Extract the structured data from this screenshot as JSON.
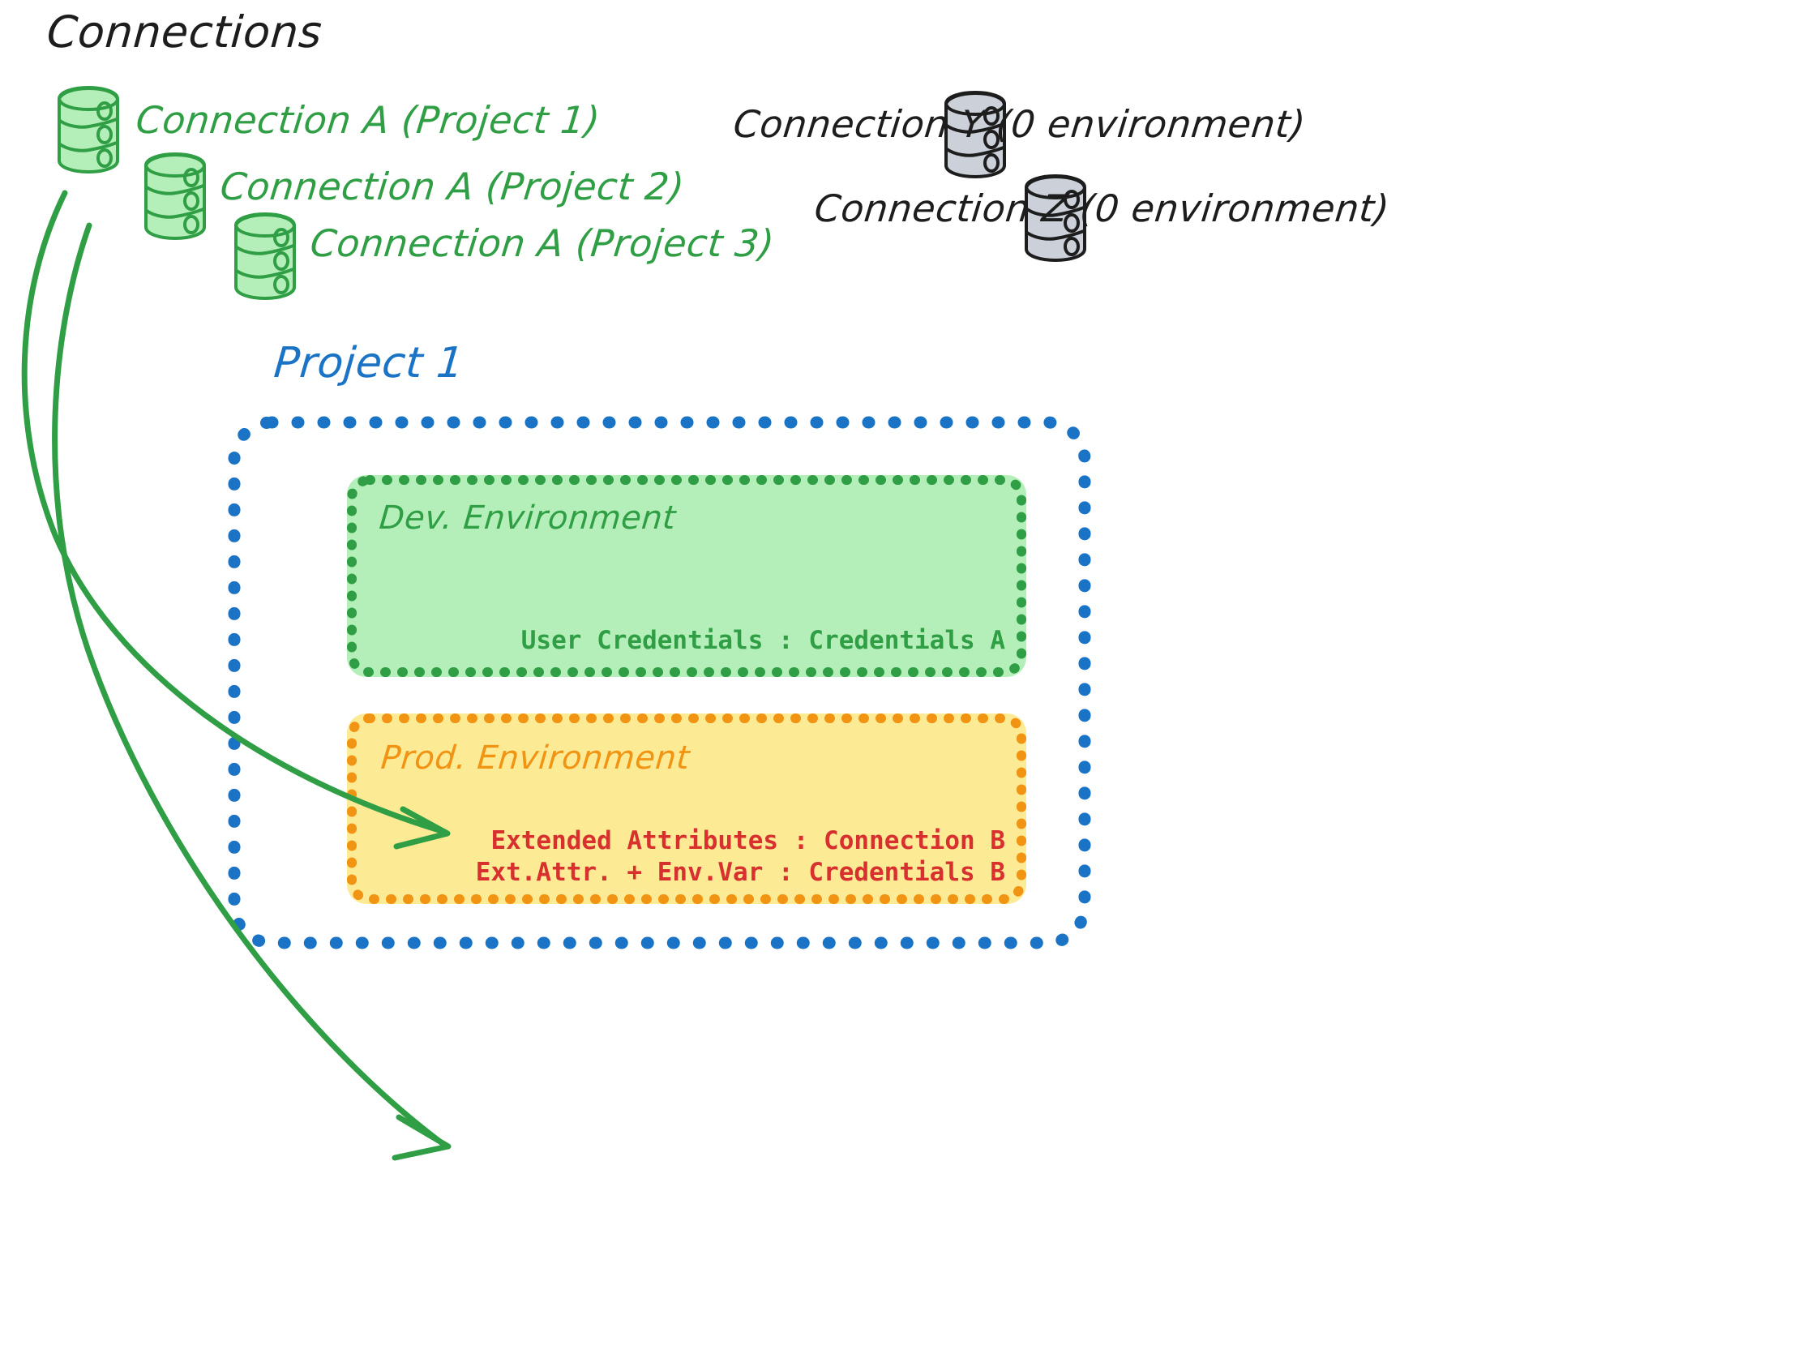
{
  "diagram": {
    "type": "concept-diagram",
    "title": "Connections",
    "background": "#ffffff"
  },
  "connections_section": {
    "heading": "Connections",
    "heading_color": "#1d1d1d",
    "items": [
      {
        "id": "conn-a-p1",
        "label": "Connection A (Project 1)",
        "color": "#2f9e45",
        "icon": "database-icon",
        "state": "assigned"
      },
      {
        "id": "conn-a-p2",
        "label": "Connection A (Project 2)",
        "color": "#2f9e45",
        "icon": "database-icon",
        "state": "assigned"
      },
      {
        "id": "conn-a-p3",
        "label": "Connection A (Project 3)",
        "color": "#2f9e45",
        "icon": "database-icon",
        "state": "assigned"
      },
      {
        "id": "conn-y",
        "label": "Connection Y (0 environment)",
        "color": "#1d1d1d",
        "icon": "database-icon",
        "state": "unassigned"
      },
      {
        "id": "conn-z",
        "label": "Connection Z (0 environment)",
        "color": "#1d1d1d",
        "icon": "database-icon",
        "state": "unassigned"
      }
    ]
  },
  "project": {
    "title": "Project 1",
    "title_color": "#1a73c4",
    "border_color": "#1a73c4",
    "environments": [
      {
        "id": "dev",
        "heading": "Dev. Environment",
        "heading_color": "#2f9e45",
        "fill": "#b4efb9",
        "border_color": "#2f9e45",
        "text_color": "#2f9e45",
        "rows": [
          {
            "key": "User Credentials",
            "separator": ":",
            "value": "Credentials A",
            "text": "User Credentials : Credentials A"
          }
        ]
      },
      {
        "id": "prod",
        "heading": "Prod. Environment",
        "heading_color": "#f29413",
        "fill": "#fceb94",
        "border_color": "#f29413",
        "text_color": "#d8302f",
        "rows": [
          {
            "key": "Extended Attributes",
            "separator": ":",
            "value": "Connection B",
            "text": "Extended Attributes : Connection B"
          },
          {
            "key": "Ext.Attr. + Env.Var",
            "separator": ":",
            "value": "Credentials B",
            "text": "Ext.Attr. + Env.Var : Credentials B"
          }
        ]
      }
    ]
  },
  "arrows": [
    {
      "id": "arrow-to-dev",
      "from": "conn-a-p1",
      "to": "dev",
      "color": "#2f9e45"
    },
    {
      "id": "arrow-to-prod",
      "from": "conn-a-p1",
      "to": "prod",
      "color": "#2f9e45"
    }
  ],
  "palette": {
    "green_stroke": "#2f9e45",
    "green_fill": "#b4efb9",
    "gray_stroke": "#1d1d1d",
    "gray_fill": "#ccd1d9",
    "blue": "#1a73c4",
    "orange": "#f29413",
    "yellow_fill": "#fceb94",
    "red": "#d8302f"
  }
}
